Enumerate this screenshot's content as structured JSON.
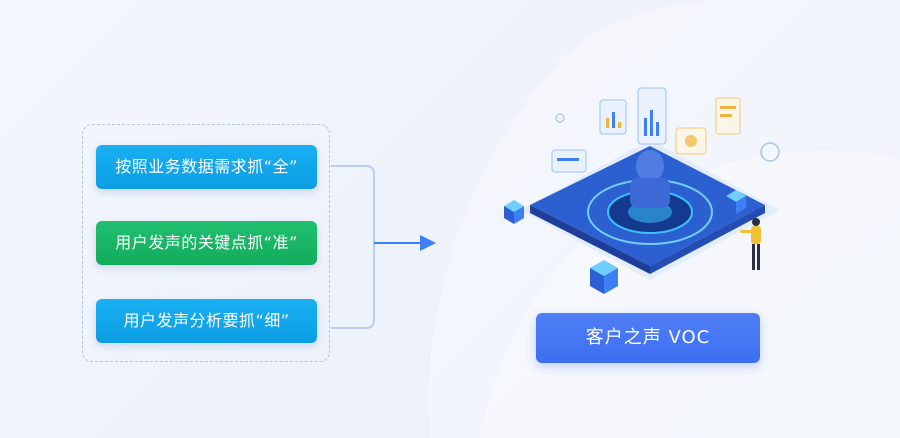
{
  "steps": [
    {
      "label": "按照业务数据需求抓“全”"
    },
    {
      "label": "用户发声的关键点抓“准”"
    },
    {
      "label": "用户发声分析要抓“细”"
    }
  ],
  "result": {
    "label": "客户之声 VOC"
  },
  "colors": {
    "step_blue": "#0b9de4",
    "step_green": "#13ab5c",
    "result_blue": "#3d6ef0",
    "connector": "#3d7ff5"
  }
}
